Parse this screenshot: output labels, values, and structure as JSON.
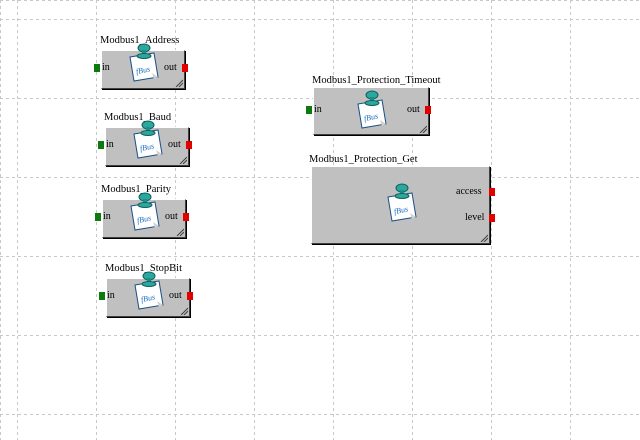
{
  "canvas": {
    "background": "#ffffff",
    "grid_color": "#c8c8c8",
    "block_color": "#c0c0c0",
    "in_port_color": "#0c7a0c",
    "out_port_color": "#e00000"
  },
  "blocks": {
    "address": {
      "title": "Modbus1_Address",
      "in": "in",
      "out": "out",
      "icon": "fbus-pin-note-icon",
      "icon_text": "fBus"
    },
    "baud": {
      "title": "Modbus1_Baud",
      "in": "in",
      "out": "out",
      "icon": "fbus-pin-note-icon",
      "icon_text": "fBus"
    },
    "parity": {
      "title": "Modbus1_Parity",
      "in": "in",
      "out": "out",
      "icon": "fbus-pin-note-icon",
      "icon_text": "fBus"
    },
    "stopbit": {
      "title": "Modbus1_StopBit",
      "in": "in",
      "out": "out",
      "icon": "fbus-pin-note-icon",
      "icon_text": "fBus"
    },
    "timeout": {
      "title": "Modbus1_Protection_Timeout",
      "in": "in",
      "out": "out",
      "icon": "fbus-pin-note-icon",
      "icon_text": "fBus"
    },
    "get": {
      "title": "Modbus1_Protection_Get",
      "out1": "access",
      "out2": "level",
      "icon": "fbus-pin-note-icon",
      "icon_text": "fBus"
    }
  }
}
